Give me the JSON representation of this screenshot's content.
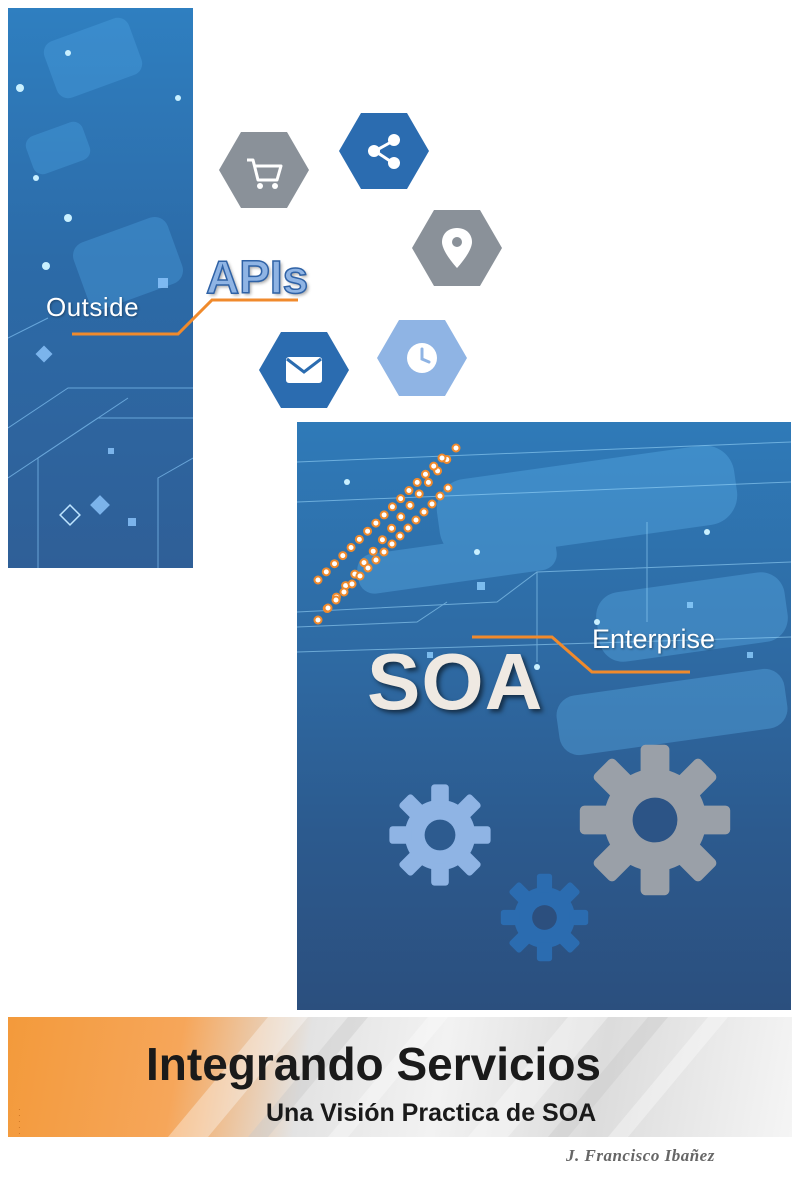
{
  "left_panel": {
    "label": "Outside"
  },
  "center": {
    "apis_label": "APIs"
  },
  "right_panel": {
    "soa_label": "SOA",
    "enterprise_label": "Enterprise"
  },
  "icons": [
    {
      "name": "shopping-cart-icon",
      "color": "#8a9199"
    },
    {
      "name": "share-icon",
      "color": "#2b6cb0"
    },
    {
      "name": "location-pin-icon",
      "color": "#8a9199"
    },
    {
      "name": "envelope-icon",
      "color": "#2b6cb0"
    },
    {
      "name": "clock-icon",
      "color": "#8fb4e4"
    }
  ],
  "gears": [
    {
      "name": "gear-icon",
      "color": "#8fb4e4"
    },
    {
      "name": "gear-icon",
      "color": "#9aa0a8"
    },
    {
      "name": "gear-icon",
      "color": "#2b6cb0"
    }
  ],
  "banner": {
    "title": "Integrando Servicios",
    "subtitle": "Una Visión Practica de SOA"
  },
  "author": "J. Francisco Ibañez",
  "colors": {
    "accent_orange": "#f08a2c",
    "brand_blue": "#2b6cb0"
  }
}
